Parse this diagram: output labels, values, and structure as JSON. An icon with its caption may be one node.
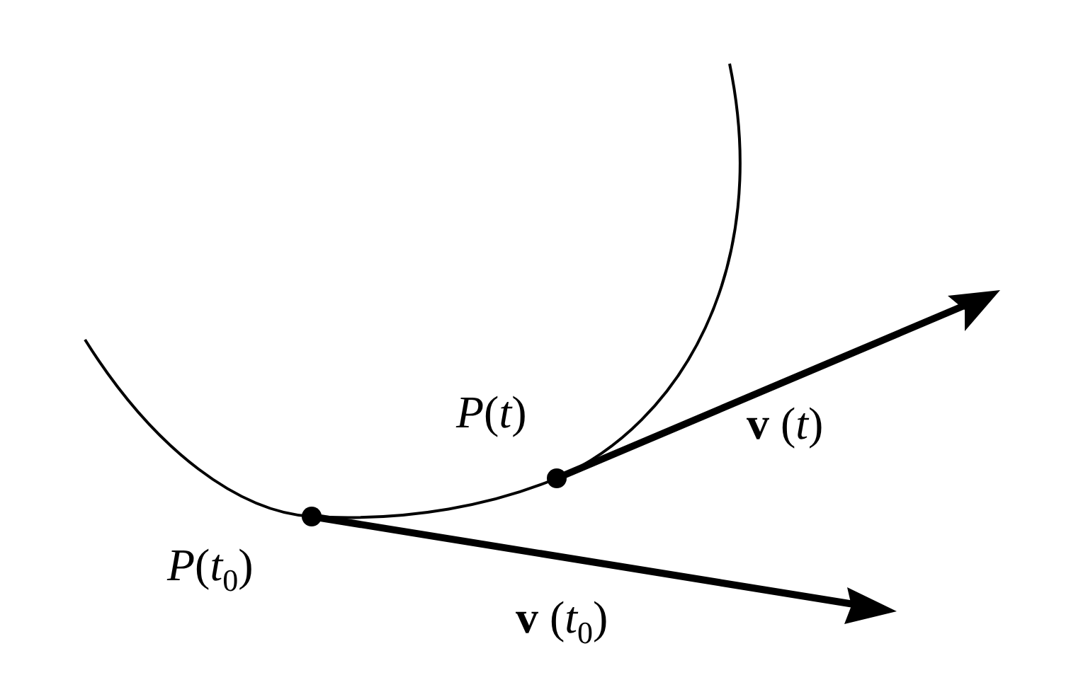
{
  "diagram": {
    "labels": [
      "*P*(*t*)",
      "**v** (*t*)",
      "*P*(*t*$_{0}$)",
      "**v** (*t*$_{0}$)"
    ]
  }
}
